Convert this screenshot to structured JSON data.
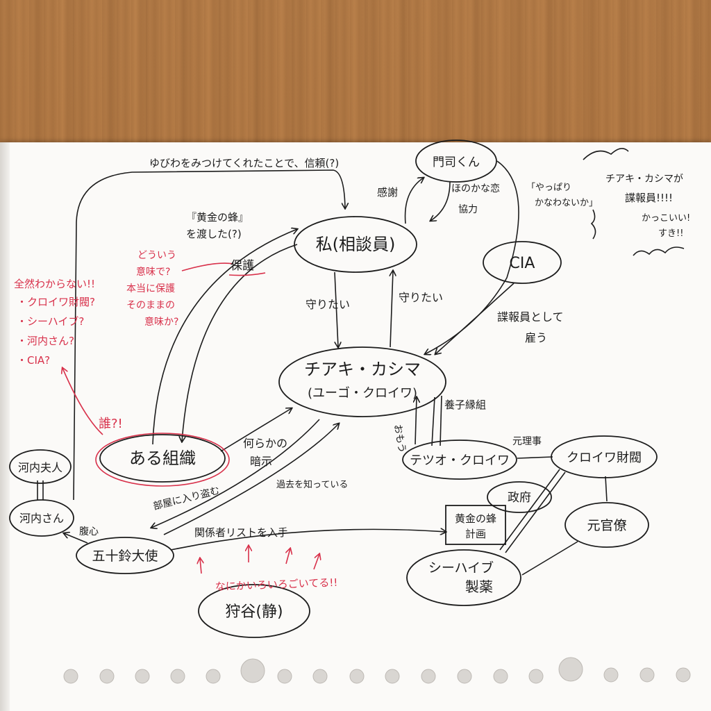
{
  "nodes": {
    "watashi": "私(相談員)",
    "monji": "門司くん",
    "cia": "CIA",
    "chiaki_1": "チアキ・カシマ",
    "chiaki_2": "(ユーゴ・クロイワ)",
    "aru_soshiki": "ある組織",
    "kawachi_fujin": "河内夫人",
    "kawachi_san": "河内さん",
    "isuzu": "五十鈴大使",
    "tetsuo": "テツオ・クロイワ",
    "kuroiwa_zaibatsu": "クロイワ財閥",
    "seifu": "政府",
    "moto_kanryo": "元官僚",
    "ouji_keikaku_1": "黄金の蜂",
    "ouji_keikaku_2": "計画",
    "seahive_1": "シーハイブ",
    "seahive_2": "製薬",
    "karitani": "狩谷(静)"
  },
  "edges": {
    "top": "ゆびわをみつけてくれたことで、信頼(?)",
    "gave_1": "『黄金の蜂』",
    "gave_2": "を渡した(?)",
    "hogo": "保護",
    "kansha": "感謝",
    "honoka_1": "ほのかな恋",
    "honoka_2": "協力",
    "yappari_1": "「やっぱり",
    "yappari_2": "かなわないか」",
    "mamoritai_left": "守りたい",
    "mamoritai_right": "守りたい",
    "cia_1": "諜報員として",
    "cia_2": "雇う",
    "yashinau": "養子縁組",
    "omoto": "おもう",
    "nanraka_1": "何らかの",
    "nanraka_2": "暗示",
    "heya": "部屋に入り盗む",
    "kako": "過去を知っている",
    "fukushin": "腹心",
    "kankei": "関係者リストを入手",
    "moto_rijicho": "元理事"
  },
  "notes": {
    "top_right_1": "チアキ・カシマが",
    "top_right_2": "諜報員!!!!",
    "top_right_3": "かっこいい!",
    "top_right_4": "すき!!"
  },
  "red_notes": {
    "q_1": "全然わからない!!",
    "q_2": "・クロイワ財閥?",
    "q_3": "・シーハイブ?",
    "q_4": "・河内さん?",
    "q_5": "・CIA?",
    "hogo_1": "どういう",
    "hogo_2": "意味で?",
    "hogo_3": "本当に保護",
    "hogo_4": "そのままの",
    "hogo_5": "意味か?",
    "dare": "誰?!",
    "naniga": "なにかいろいろごいてる!!"
  },
  "colors": {
    "ink": "#1c1c1c",
    "red_ink": "#d8304a",
    "paper": "#fbfaf8",
    "wood": "#b47a44"
  }
}
